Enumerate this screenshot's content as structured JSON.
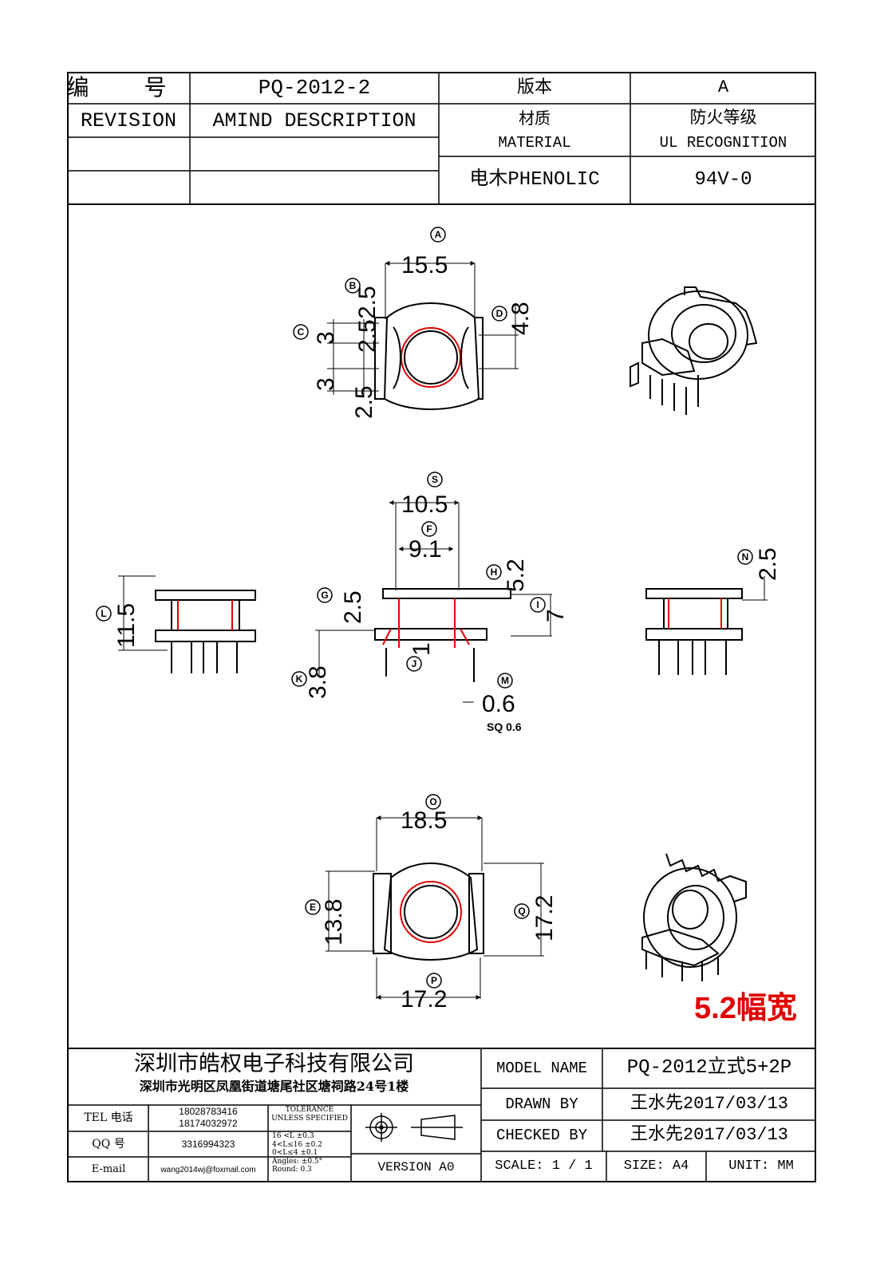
{
  "header": {
    "number_label": "编 号",
    "part_number": "PQ-2012-2",
    "version_label": "版本",
    "version_value": "A",
    "revision_label": "REVISION",
    "amind_label": "AMIND DESCRIPTION",
    "material_label_cn": "材质",
    "material_label_en": "MATERIAL",
    "ul_label_cn": "防火等级",
    "ul_label_en": "UL RECOGNITION",
    "material_value": "电木PHENOLIC",
    "ul_value": "94V-0"
  },
  "drawing": {
    "top_view": {
      "A": "15.5",
      "B": "2.5",
      "B2": "2.5",
      "C": "3",
      "C2": "3",
      "D": "4.8",
      "B3": "2.5",
      "labels": [
        "A",
        "B",
        "C",
        "D"
      ]
    },
    "side_view": {
      "S": "10.5",
      "F": "9.1",
      "H": "5.2",
      "G": "2.5",
      "I": "7",
      "J": "1",
      "K": "3.8",
      "M": "0.6",
      "pin_note": "SQ 0.6",
      "labels": [
        "S",
        "F",
        "H",
        "G",
        "I",
        "J",
        "K",
        "M"
      ]
    },
    "left_view": {
      "L": "11.5",
      "label": "L"
    },
    "right_view": {
      "N": "2.5",
      "label": "N"
    },
    "bottom_view": {
      "O": "18.5",
      "E": "13.8",
      "Q": "17.2",
      "P": "17.2",
      "labels": [
        "O",
        "E",
        "Q",
        "P"
      ]
    },
    "width_note": "5.2幅宽"
  },
  "titleblock": {
    "company": "深圳市皓权电子科技有限公司",
    "address": "深圳市光明区凤凰街道塘尾社区塘祠路24号1楼",
    "tel_label": "TEL 电话",
    "tel_1": "18028783416",
    "tel_2": "18174032972",
    "qq_label": "QQ 号",
    "qq_value": "3316994323",
    "email_label": "E-mail",
    "email_value": "wang2014wj@foxmail.com",
    "tolerance_title": "TOLERANCE UNLESS SPECIFIED",
    "tolerance_lines": [
      "16 <L      ±0.3",
      "4<L≤16     ±0.2",
      "0<L≤4      ±0.1",
      "Angles: ±0.5°",
      "Round: 0.3"
    ],
    "version_label": "VERSION A0",
    "model_label": "MODEL NAME",
    "model_value": "PQ-2012立式5+2P",
    "drawn_label": "DRAWN BY",
    "drawn_value": "王水先2017/03/13",
    "checked_label": "CHECKED BY",
    "checked_value": "王水先2017/03/13",
    "scale_label": "SCALE: 1 / 1",
    "size_label": "SIZE: A4",
    "unit_label": "UNIT: MM"
  },
  "colors": {
    "line": "#000000",
    "accent": "#e00000"
  }
}
